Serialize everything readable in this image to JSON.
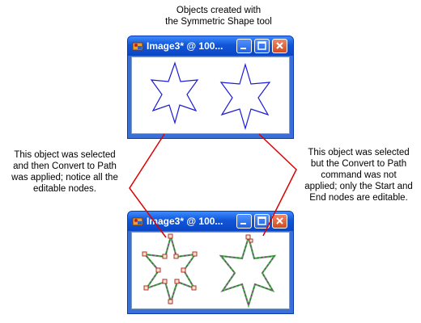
{
  "top_caption": "Objects created with\nthe Symmetric Shape tool",
  "left_caption": "This object was selected\nand then Convert to Path\nwas applied; notice all the\neditable nodes.",
  "right_caption": "This object was selected\nbut the Convert to Path\ncommand was not\napplied; only the Start and\nEnd nodes are editable.",
  "window_top": {
    "title": "Image3* @ 100...",
    "icons": [
      "app-icon",
      "minimize-icon",
      "maximize-icon",
      "close-icon"
    ]
  },
  "window_bottom": {
    "title": "Image3* @ 100...",
    "icons": [
      "app-icon",
      "minimize-icon",
      "maximize-icon",
      "close-icon"
    ]
  },
  "colors": {
    "titlebar": "#1156d8",
    "star_stroke": "#1a1ad8",
    "callout_line": "#e00000",
    "path_green": "#4caf50",
    "path_purple": "#8a2a8a",
    "node_fill": "#f5e6c8",
    "node_stroke": "#b03030"
  }
}
